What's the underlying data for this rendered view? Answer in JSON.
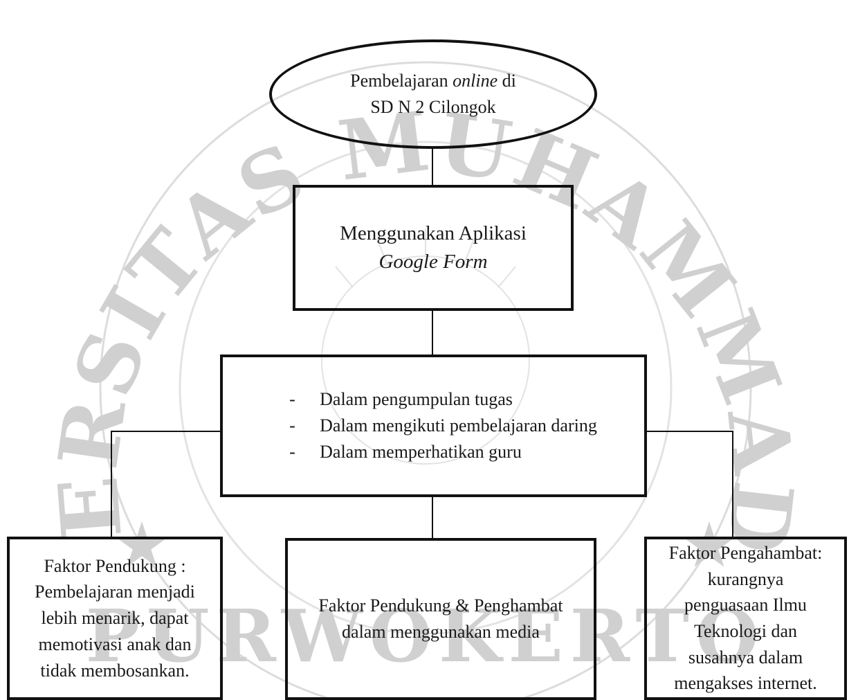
{
  "watermark": {
    "ring_text": "UNIVERSITAS MUHAMMADIYAH",
    "bottom_text": "PURWOKERTO"
  },
  "diagram": {
    "top": {
      "prefix": "Pembelajaran ",
      "italic": "online",
      "suffix": " di",
      "line2": "SD N 2 Cilongok"
    },
    "app": {
      "line1": "Menggunakan Aplikasi",
      "line2": "Google Form"
    },
    "activities": {
      "bullet": "-",
      "items": [
        "Dalam pengumpulan tugas",
        "Dalam mengikuti pembelajaran daring",
        "Dalam memperhatikan guru"
      ]
    },
    "left": {
      "lines": [
        "Faktor Pendukung :",
        "Pembelajaran menjadi",
        "lebih menarik, dapat",
        "memotivasi anak dan",
        "tidak membosankan."
      ]
    },
    "center": {
      "lines": [
        "Faktor Pendukung & Penghambat",
        "dalam menggunakan media"
      ]
    },
    "right": {
      "lines": [
        "Faktor Pengahambat:",
        "kurangnya",
        "penguasaan Ilmu",
        "Teknologi dan",
        "susahnya dalam",
        "mengakses internet."
      ]
    }
  }
}
